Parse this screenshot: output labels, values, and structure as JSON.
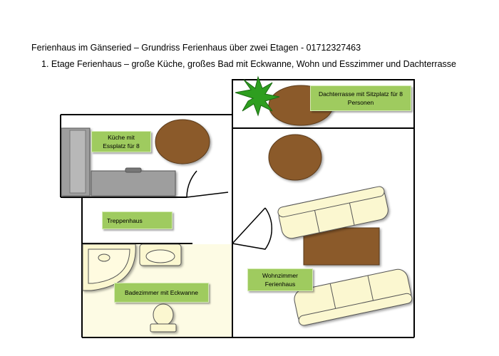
{
  "header": {
    "title": "Ferienhaus im Gänseried – Grundriss Ferienhaus über zwei Etagen - 01712327463",
    "subtitle": "1.  Etage Ferienhaus – große Küche, großes Bad mit Eckwanne, Wohn und Esszimmer und Dachterrasse"
  },
  "rooms": {
    "dachterrasse": "Dachterrasse mit Sitzplatz für 8 Personen",
    "kueche_line1": "Küche mit",
    "kueche_line2": "Essplatz für 8",
    "treppenhaus": "Treppenhaus",
    "badezimmer": "Badezimmer mit Eckwanne",
    "wohnzimmer_line1": "Wohnzimmer",
    "wohnzimmer_line2": "Ferienhaus"
  },
  "colors": {
    "label_bg": "#9fcb5f",
    "table": "#8b5a2b",
    "sofa": "#fbf7d0",
    "counter": "#9e9e9e",
    "bath_fixtures": "#fbf7d0",
    "plant": "#2e9e1f"
  }
}
